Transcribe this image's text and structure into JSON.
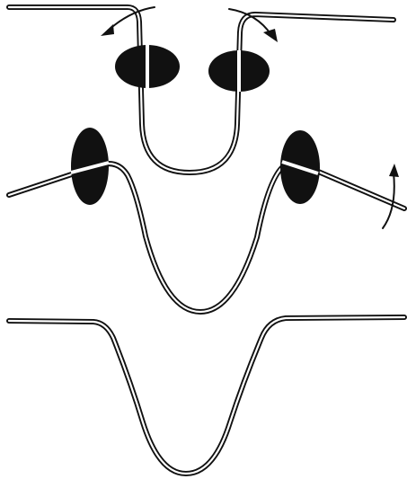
{
  "figure": {
    "stages": [
      {
        "id": "stage-1",
        "description_visible": false
      },
      {
        "id": "stage-2",
        "description_visible": false
      },
      {
        "id": "stage-3",
        "description_visible": false
      }
    ]
  },
  "colors": {
    "stroke": "#111111",
    "pad": "#111111",
    "background": "#ffffff"
  },
  "icons": {
    "arrow": "curved-arrow-icon"
  }
}
